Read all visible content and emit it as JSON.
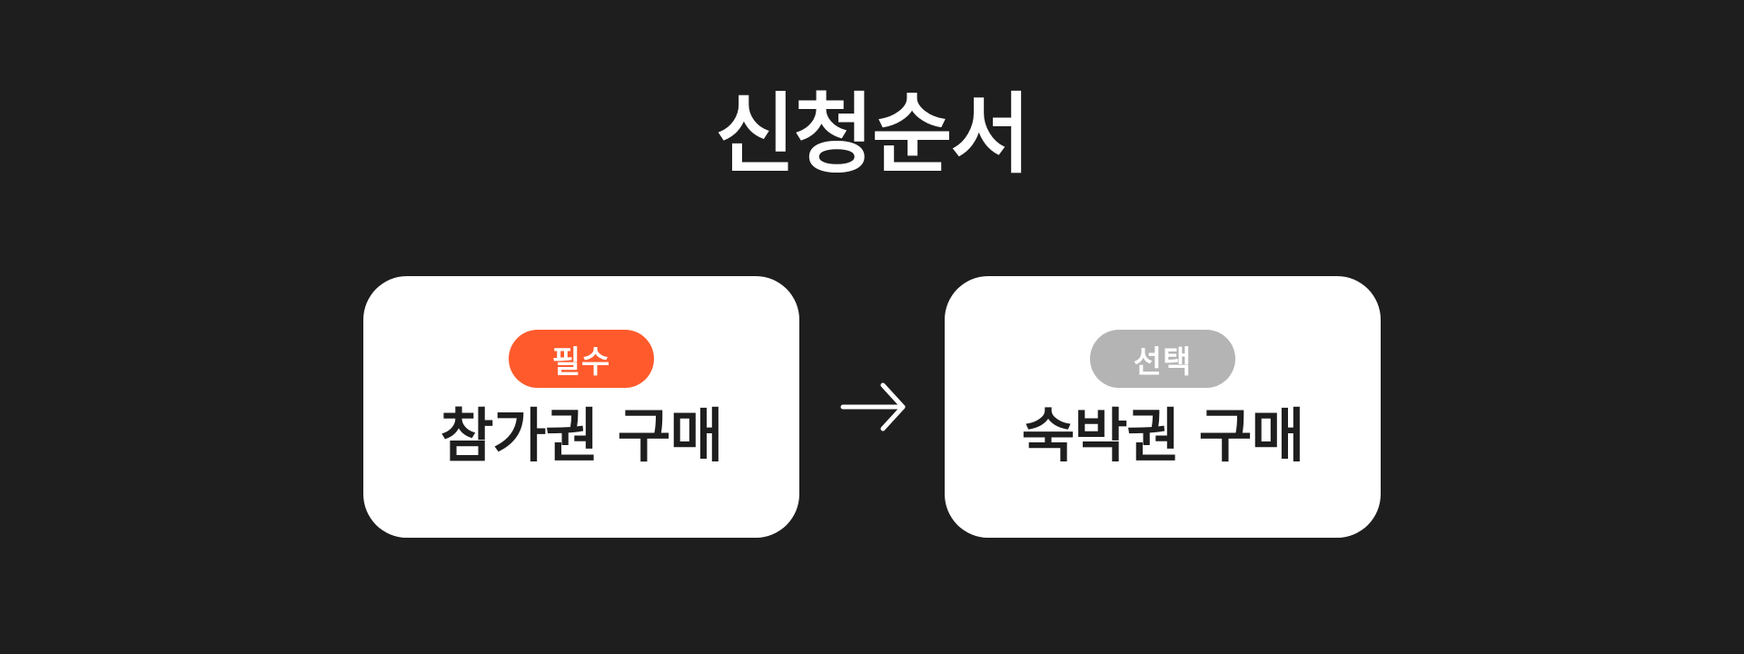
{
  "title": "신청순서",
  "colors": {
    "background": "#1e1e1e",
    "card": "#ffffff",
    "required_badge": "#ff5a2c",
    "optional_badge": "#b4b4b4",
    "text_dark": "#1e1e1e",
    "text_light": "#ffffff"
  },
  "steps": [
    {
      "badge": "필수",
      "label": "참가권 구매"
    },
    {
      "badge": "선택",
      "label": "숙박권 구매"
    }
  ],
  "connector_icon": "arrow-right-icon"
}
